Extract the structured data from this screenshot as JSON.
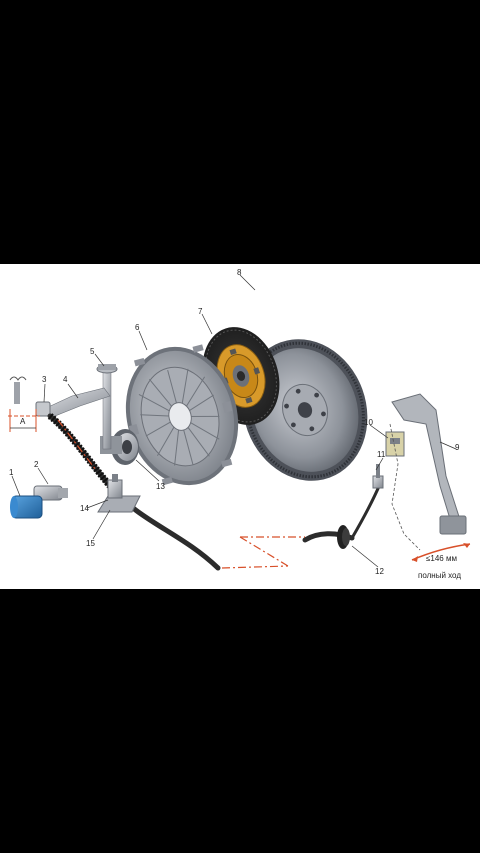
{
  "figure": {
    "part_numbers": [
      "1",
      "2",
      "3",
      "4",
      "5",
      "6",
      "7",
      "8",
      "9",
      "10",
      "11",
      "12",
      "13",
      "14",
      "15"
    ],
    "dimension_label": "A",
    "travel_value": "≤146 мм",
    "travel_caption": "полный ход"
  },
  "colors": {
    "backdrop": "#000000",
    "figure_bg": "#ffffff",
    "accent_blue": "#2f7fc4",
    "disc_orange": "#d89a2a",
    "dash_red": "#d8502a"
  }
}
